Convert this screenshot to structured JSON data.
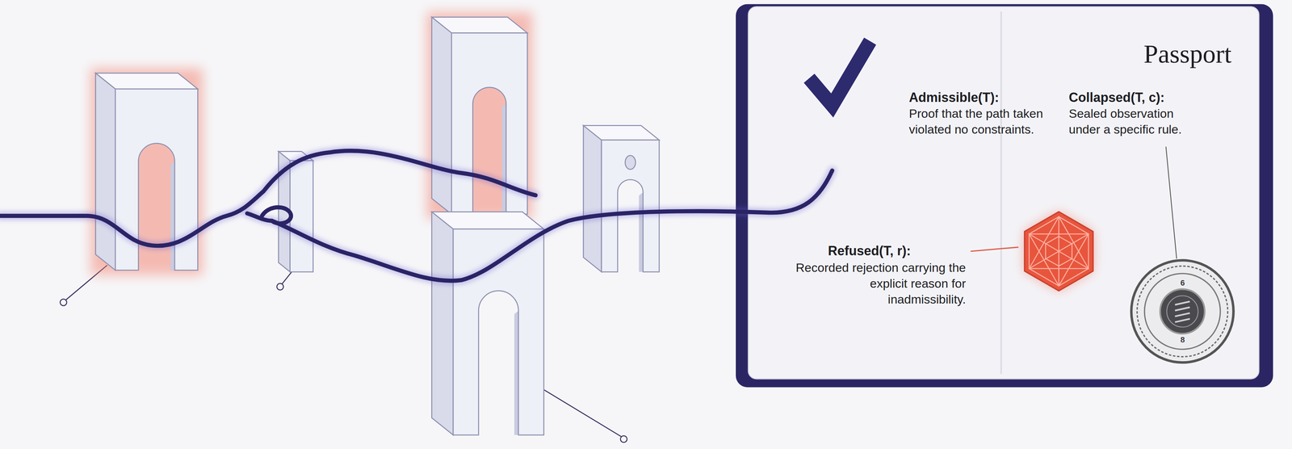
{
  "diagram": {
    "nodes": [
      {
        "text": [
          "Passport",
          "Admissible(T):",
          "Proof that the path taken violated no constraints.",
          "Collapsed(T, c):",
          "Sealed observation under a specific rule.",
          "Refused(T, r):",
          "Recorded rejection carrying the explicit reason for inadmissibility."
        ]
      }
    ],
    "labels": [
      "6",
      "8"
    ]
  }
}
